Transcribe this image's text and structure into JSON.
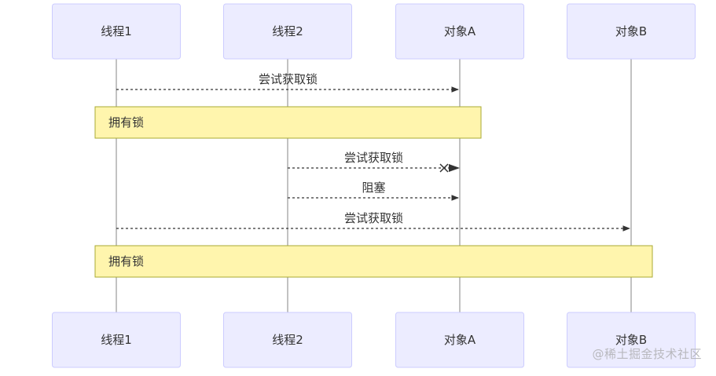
{
  "actors": [
    {
      "id": "t1",
      "label": "线程1"
    },
    {
      "id": "t2",
      "label": "线程2"
    },
    {
      "id": "a",
      "label": "对象A"
    },
    {
      "id": "b",
      "label": "对象B"
    }
  ],
  "messages": [
    {
      "from": "t1",
      "to": "a",
      "label": "尝试获取锁",
      "style": "dashed-arrow"
    },
    {
      "from": "t2",
      "to": "a",
      "label": "尝试获取锁",
      "style": "dashed-cross"
    },
    {
      "from": "t2",
      "to": "a",
      "label": "阻塞",
      "style": "dashed-arrow"
    },
    {
      "from": "t1",
      "to": "b",
      "label": "尝试获取锁",
      "style": "dashed-arrow"
    }
  ],
  "notes": [
    {
      "label": "拥有锁",
      "over": [
        "t1",
        "a"
      ]
    },
    {
      "label": "拥有锁",
      "over": [
        "t1",
        "b"
      ]
    }
  ],
  "colors": {
    "actor_fill": "#ECECFF",
    "actor_border": "#CCCCFF",
    "note_fill": "#FFF5AD",
    "note_border": "#AAAA33",
    "line": "#333333"
  },
  "watermark": "@稀土掘金技术社区"
}
